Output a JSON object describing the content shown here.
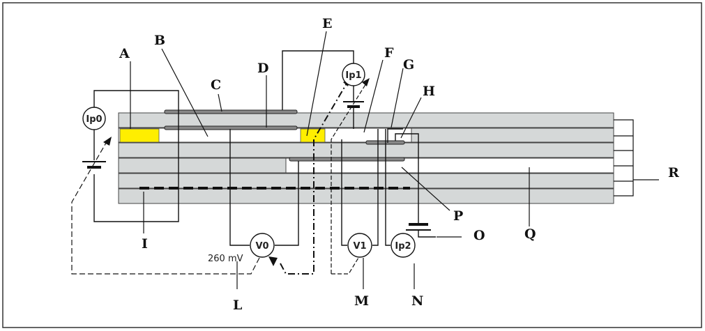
{
  "labels": {
    "A": "A",
    "B": "B",
    "C": "C",
    "D": "D",
    "E": "E",
    "F": "F",
    "G": "G",
    "H": "H",
    "I": "I",
    "L": "L",
    "M": "M",
    "N": "N",
    "O": "O",
    "P": "P",
    "Q": "Q",
    "R": "R"
  },
  "meters": {
    "ip0": "Ip0",
    "ip1": "Ip1",
    "ip2": "Ip2",
    "v0": "V0",
    "v1": "V1"
  },
  "reference_voltage": "260 mV",
  "colors": {
    "layer_fill": "#d5d8d8",
    "electrode_yellow": "#ffee00",
    "line": "#111111",
    "frame": "#333333"
  }
}
